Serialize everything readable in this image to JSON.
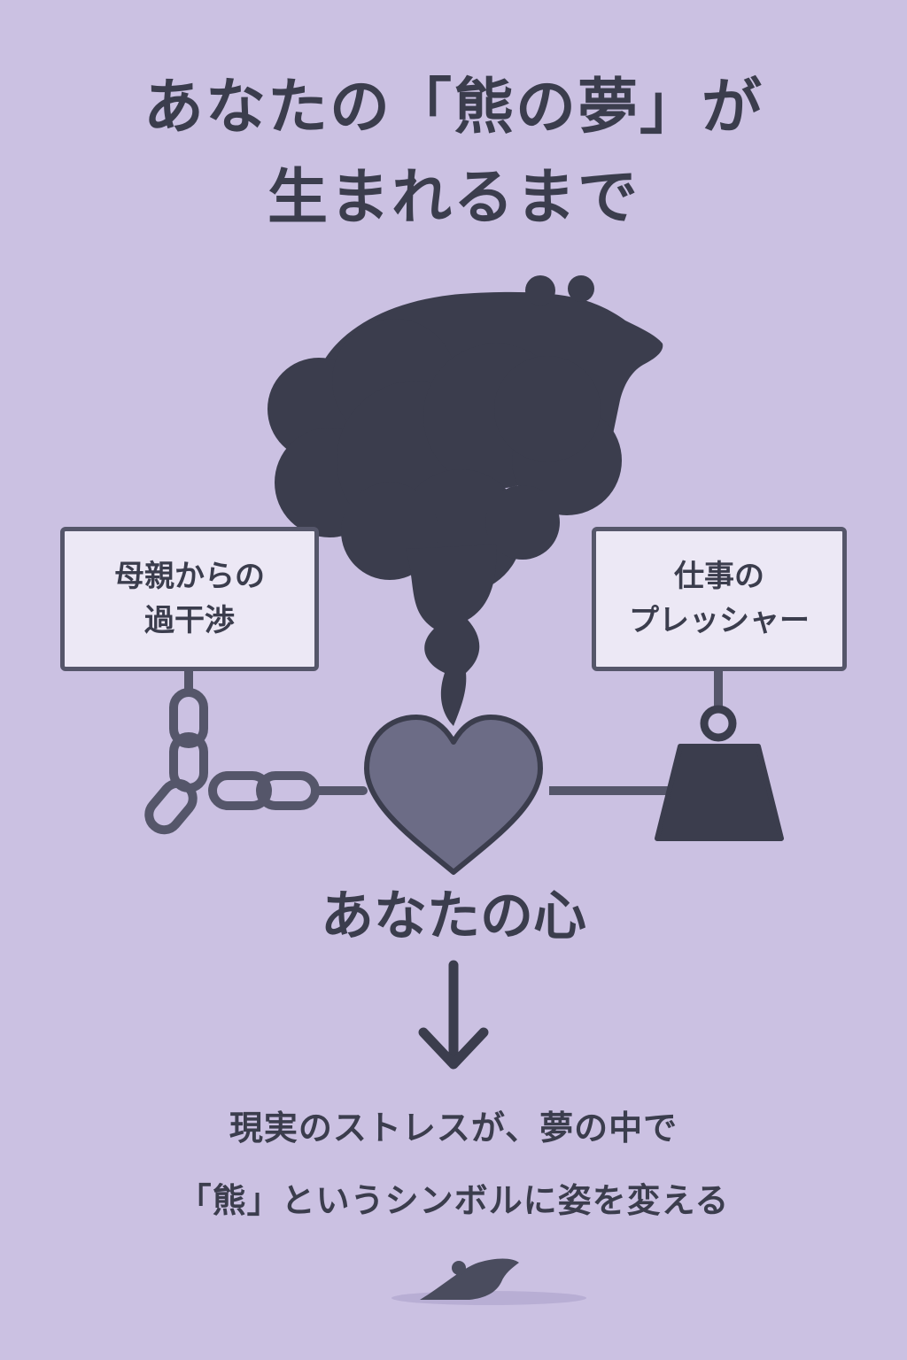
{
  "title": {
    "line1": "あなたの「熊の夢」が",
    "line2": "生まれるまで"
  },
  "labels": {
    "left_line1": "母親からの",
    "left_line2": "過干渉",
    "right_line1": "仕事の",
    "right_line2": "プレッシャー",
    "heart": "あなたの心"
  },
  "caption": {
    "line1": "現実のストレスが、夢の中で",
    "line2": "「熊」というシンボルに姿を変える"
  },
  "icons": {
    "cloud": "bear-cloud-icon",
    "heart": "heart-icon",
    "chain": "chain-icon",
    "weight": "weight-icon",
    "arrow": "arrow-down-icon",
    "mouse": "mouse-icon"
  },
  "colors": {
    "background": "#cbc1e2",
    "ink": "#3b3d4d",
    "heart": "#6c6c86",
    "box_fill": "#ece8f5",
    "box_border": "#55566a"
  }
}
